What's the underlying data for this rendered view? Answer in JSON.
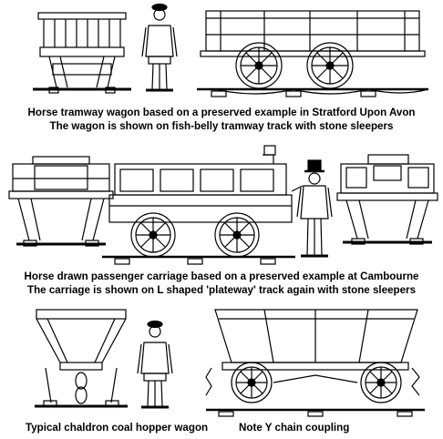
{
  "captions": {
    "tramway_line1": "Horse tramway wagon based on a preserved example in Stratford Upon Avon",
    "tramway_line2": "The wagon is shown on fish-belly tramway track with stone sleepers",
    "carriage_line1": "Horse drawn passenger carriage based on a preserved example at Cambourne",
    "carriage_line2": "The carriage is shown on L shaped 'plateway' track again with stone sleepers",
    "hopper_label": "Typical chaldron coal hopper wagon",
    "coupling_note": "Note Y chain coupling"
  },
  "colors": {
    "line": "#000000",
    "background": "#ffffff"
  }
}
